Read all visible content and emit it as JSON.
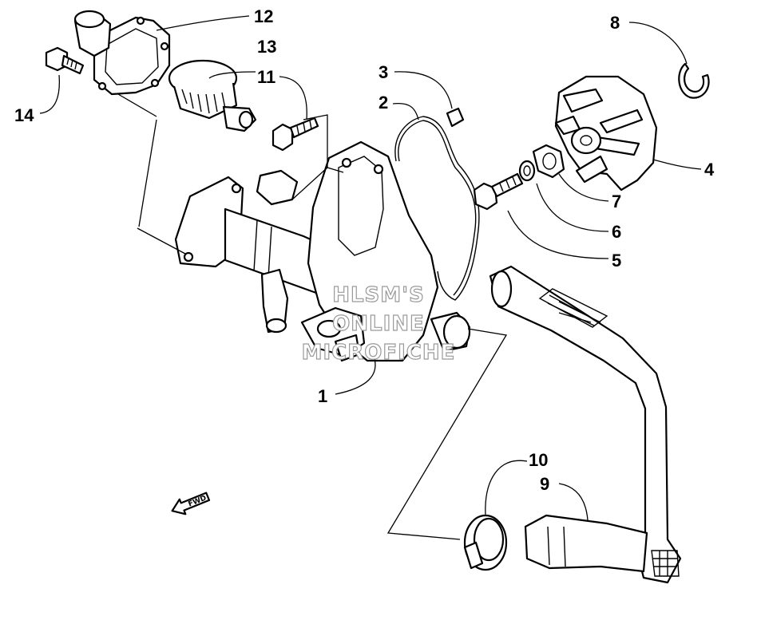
{
  "diagram": {
    "callouts": [
      {
        "id": "1",
        "label": "1"
      },
      {
        "id": "2",
        "label": "2"
      },
      {
        "id": "3",
        "label": "3"
      },
      {
        "id": "4",
        "label": "4"
      },
      {
        "id": "5",
        "label": "5"
      },
      {
        "id": "6",
        "label": "6"
      },
      {
        "id": "7",
        "label": "7"
      },
      {
        "id": "8",
        "label": "8"
      },
      {
        "id": "9",
        "label": "9"
      },
      {
        "id": "10",
        "label": "10"
      },
      {
        "id": "11",
        "label": "11"
      },
      {
        "id": "12",
        "label": "12"
      },
      {
        "id": "13",
        "label": "13"
      },
      {
        "id": "14",
        "label": "14"
      }
    ],
    "watermark": [
      "HLSM'S",
      "ONLINE",
      "MICROFICHE"
    ],
    "direction_arrow": {
      "label": "FWD",
      "icon": "forward-arrow-icon"
    }
  }
}
